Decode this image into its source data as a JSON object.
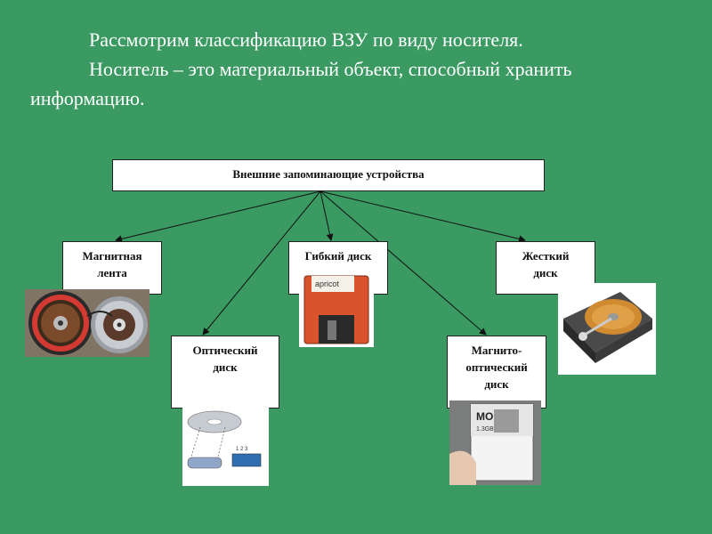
{
  "intro": {
    "line1": "Рассмотрим классификацию ВЗУ по виду носителя.",
    "line2": "Носитель – это материальный объект, способный хранить информацию."
  },
  "diagram": {
    "root": "Внешние запоминающие устройства",
    "children": {
      "tape": "Магнитная\nлента",
      "floppy": "Гибкий диск",
      "hdd": "Жесткий\nдиск",
      "optical": "Оптический\nдиск",
      "mo": "Магнито-\nоптический\nдиск"
    }
  },
  "images": {
    "floppy_label": "apricot",
    "mo_label": "MO",
    "mo_capacity": "1.3GB",
    "cd_track_numbers": "1 2 3"
  },
  "colors": {
    "background": "#3a9a62",
    "box_fill": "#ffffff",
    "floppy_body": "#d9532c"
  }
}
